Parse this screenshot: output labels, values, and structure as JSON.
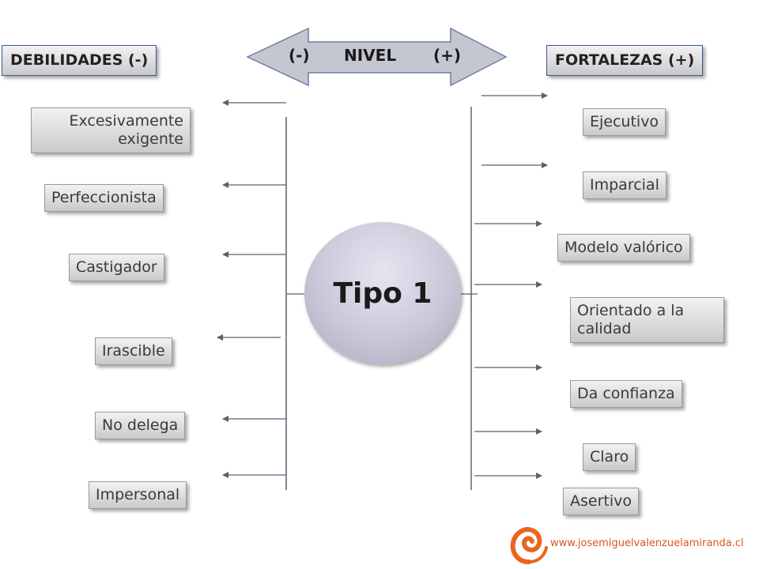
{
  "header": {
    "left": "DEBILIDADES (-)",
    "right": "FORTALEZAS (+)",
    "nivel_minus": "(-)",
    "nivel_label": "NIVEL",
    "nivel_plus": "(+)"
  },
  "center": {
    "label": "Tipo 1"
  },
  "weaknesses": [
    "Excesivamente exigente",
    "Perfeccionista",
    "Castigador",
    "Irascible",
    "No delega",
    "Impersonal"
  ],
  "strengths": [
    "Ejecutivo",
    "Imparcial",
    "Modelo valórico",
    "Orientado a la calidad",
    "Da confianza",
    "Claro",
    "Asertivo"
  ],
  "footer": {
    "url": "www.josemiguelvalenzuelamiranda.cl"
  },
  "colors": {
    "logo_orange": "#e8661e",
    "url": "#d9541e",
    "header_border": "#3a5a8a",
    "line": "#5a6270"
  }
}
